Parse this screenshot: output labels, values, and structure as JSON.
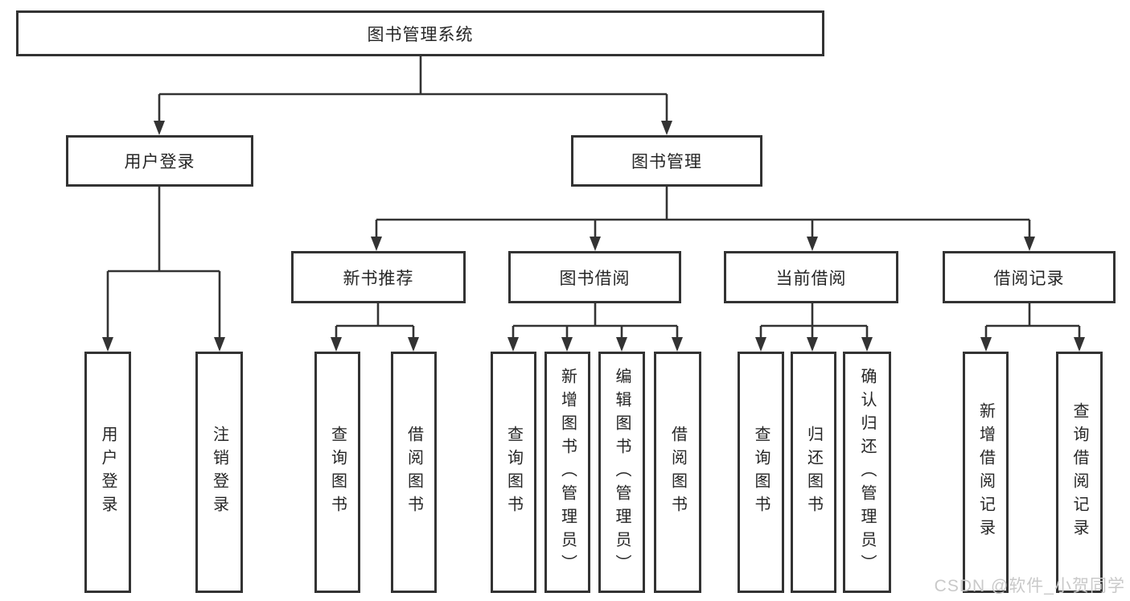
{
  "diagram": {
    "root": {
      "label": "图书管理系统"
    },
    "level2": [
      {
        "label": "用户登录"
      },
      {
        "label": "图书管理"
      }
    ],
    "level3": [
      {
        "label": "新书推荐"
      },
      {
        "label": "图书借阅"
      },
      {
        "label": "当前借阅"
      },
      {
        "label": "借阅记录"
      }
    ],
    "leaves": [
      {
        "label": "用户登录"
      },
      {
        "label": "注销登录"
      },
      {
        "label": "查询图书"
      },
      {
        "label": "借阅图书"
      },
      {
        "label": "查询图书"
      },
      {
        "label": "新增图书（管理员）"
      },
      {
        "label": "编辑图书（管理员）"
      },
      {
        "label": "借阅图书"
      },
      {
        "label": "查询图书"
      },
      {
        "label": "归还图书"
      },
      {
        "label": "确认归还（管理员）"
      },
      {
        "label": "新增借阅记录"
      },
      {
        "label": "查询借阅记录"
      }
    ]
  },
  "watermark": {
    "text": "CSDN @软件_小贺同学"
  },
  "colors": {
    "line": "#333333",
    "box_border": "#333333",
    "box_fill": "#ffffff",
    "text": "#262626",
    "watermark": "#c9c9c9",
    "background": "#ffffff"
  }
}
